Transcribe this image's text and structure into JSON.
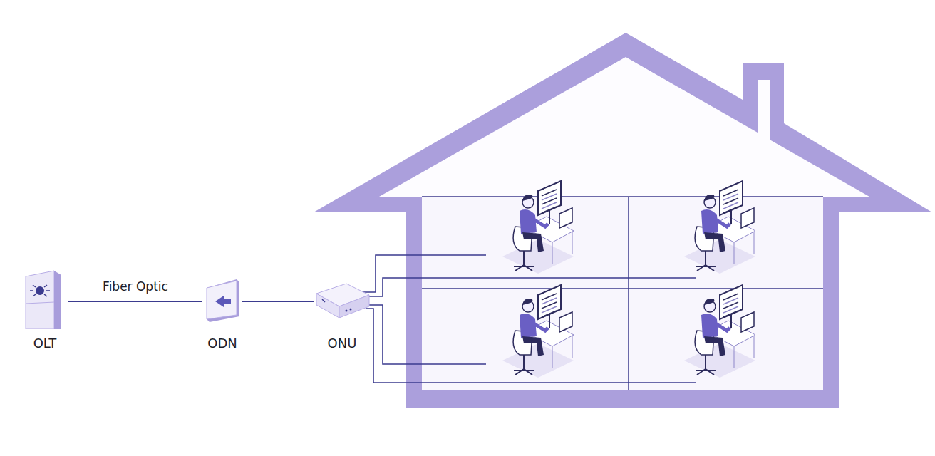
{
  "diagram": {
    "nodes": [
      {
        "text": [
          "OLT"
        ]
      },
      {
        "text": [
          "ODN"
        ]
      },
      {
        "text": [
          "ONU"
        ]
      }
    ],
    "edges": [
      {
        "from": 0,
        "to": 1,
        "arrow": "none",
        "label": "Fiber Optic"
      },
      {
        "from": 1,
        "to": 2,
        "arrow": "none"
      }
    ]
  }
}
